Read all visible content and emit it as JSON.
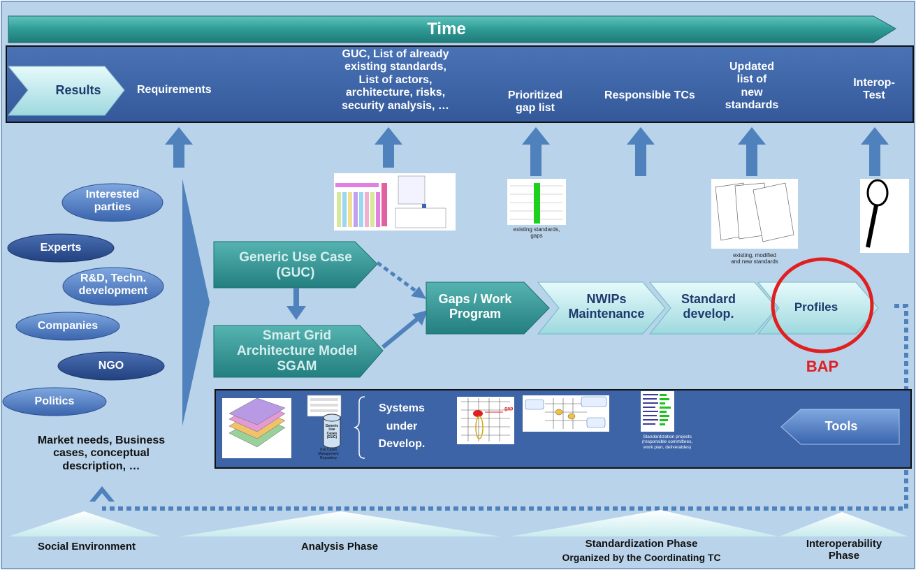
{
  "time_bar": {
    "label": "Time"
  },
  "results": {
    "label": "Results",
    "items": [
      "Requirements",
      "GUC, List of already\nexisting standards,\nList of actors,\narchitecture, risks,\nsecurity analysis, …",
      "Prioritized\ngap list",
      "Responsible TCs",
      "Updated\nlist of\nnew\nstandards",
      "Interop-\nTest"
    ]
  },
  "stakeholders": [
    "Interested\nparties",
    "Experts",
    "R&D, Techn.\ndevelopment",
    "Companies",
    "NGO",
    "Politics"
  ],
  "market_needs": "Market needs, Business\ncases,  conceptual\ndescription, …",
  "process": {
    "guc": "Generic Use Case\n(GUC)",
    "sgam": "Smart Grid\nArchitecture Model\nSGAM",
    "gaps": "Gaps / Work\nProgram",
    "nwips": "NWIPs\nMaintenance",
    "standard": "Standard\ndevelop.",
    "profiles": "Profiles",
    "bap": "BAP"
  },
  "captions": {
    "existing_gaps": "existing standards,\ngaps",
    "existing_modified": "existing, modified\nand new standards"
  },
  "tools": {
    "label": "Tools",
    "systems": "Systems\nunder\nDevelop.",
    "repo_label": "Generic\nUse\nCases\n(GUC)",
    "repo_caption": "Use Cases\nManagement\nRepository",
    "gap_label": "gap",
    "projects_caption": "Standardization projects\n(responsible committees,\nwork plan, deliverables)"
  },
  "phases": [
    {
      "label": "Social Environment"
    },
    {
      "label": "Analysis Phase"
    },
    {
      "label": "Standardization Phase",
      "sub": "Organized by the Coordinating TC"
    },
    {
      "label": "Interoperability\nPhase"
    }
  ],
  "colors": {
    "background": "#b9d3ea",
    "results_band": "#3d64a6",
    "teal": "#2f9a9a",
    "light_teal": "#c5ecef",
    "arrow_blue": "#4f81bd",
    "bap_red": "#e02020"
  }
}
